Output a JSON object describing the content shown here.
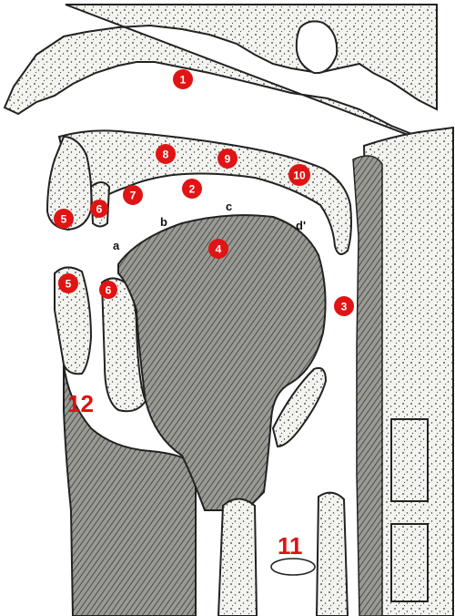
{
  "colors": {
    "marker": "#e01414",
    "marker_text": "#ffffff",
    "bone_fill": "#f4f4f2",
    "dark_fill": "#8a8a86",
    "outline": "#222222"
  },
  "markers": {
    "m1": "1",
    "m2": "2",
    "m3": "3",
    "m4": "4",
    "m5a": "5",
    "m5b": "5",
    "m6a": "6",
    "m6b": "6",
    "m7": "7",
    "m8": "8",
    "m9": "9",
    "m10": "10"
  },
  "letters": {
    "a": "a",
    "b": "b",
    "c": "c",
    "d": "d'"
  },
  "labels": {
    "l11": "11",
    "l12": "12"
  }
}
